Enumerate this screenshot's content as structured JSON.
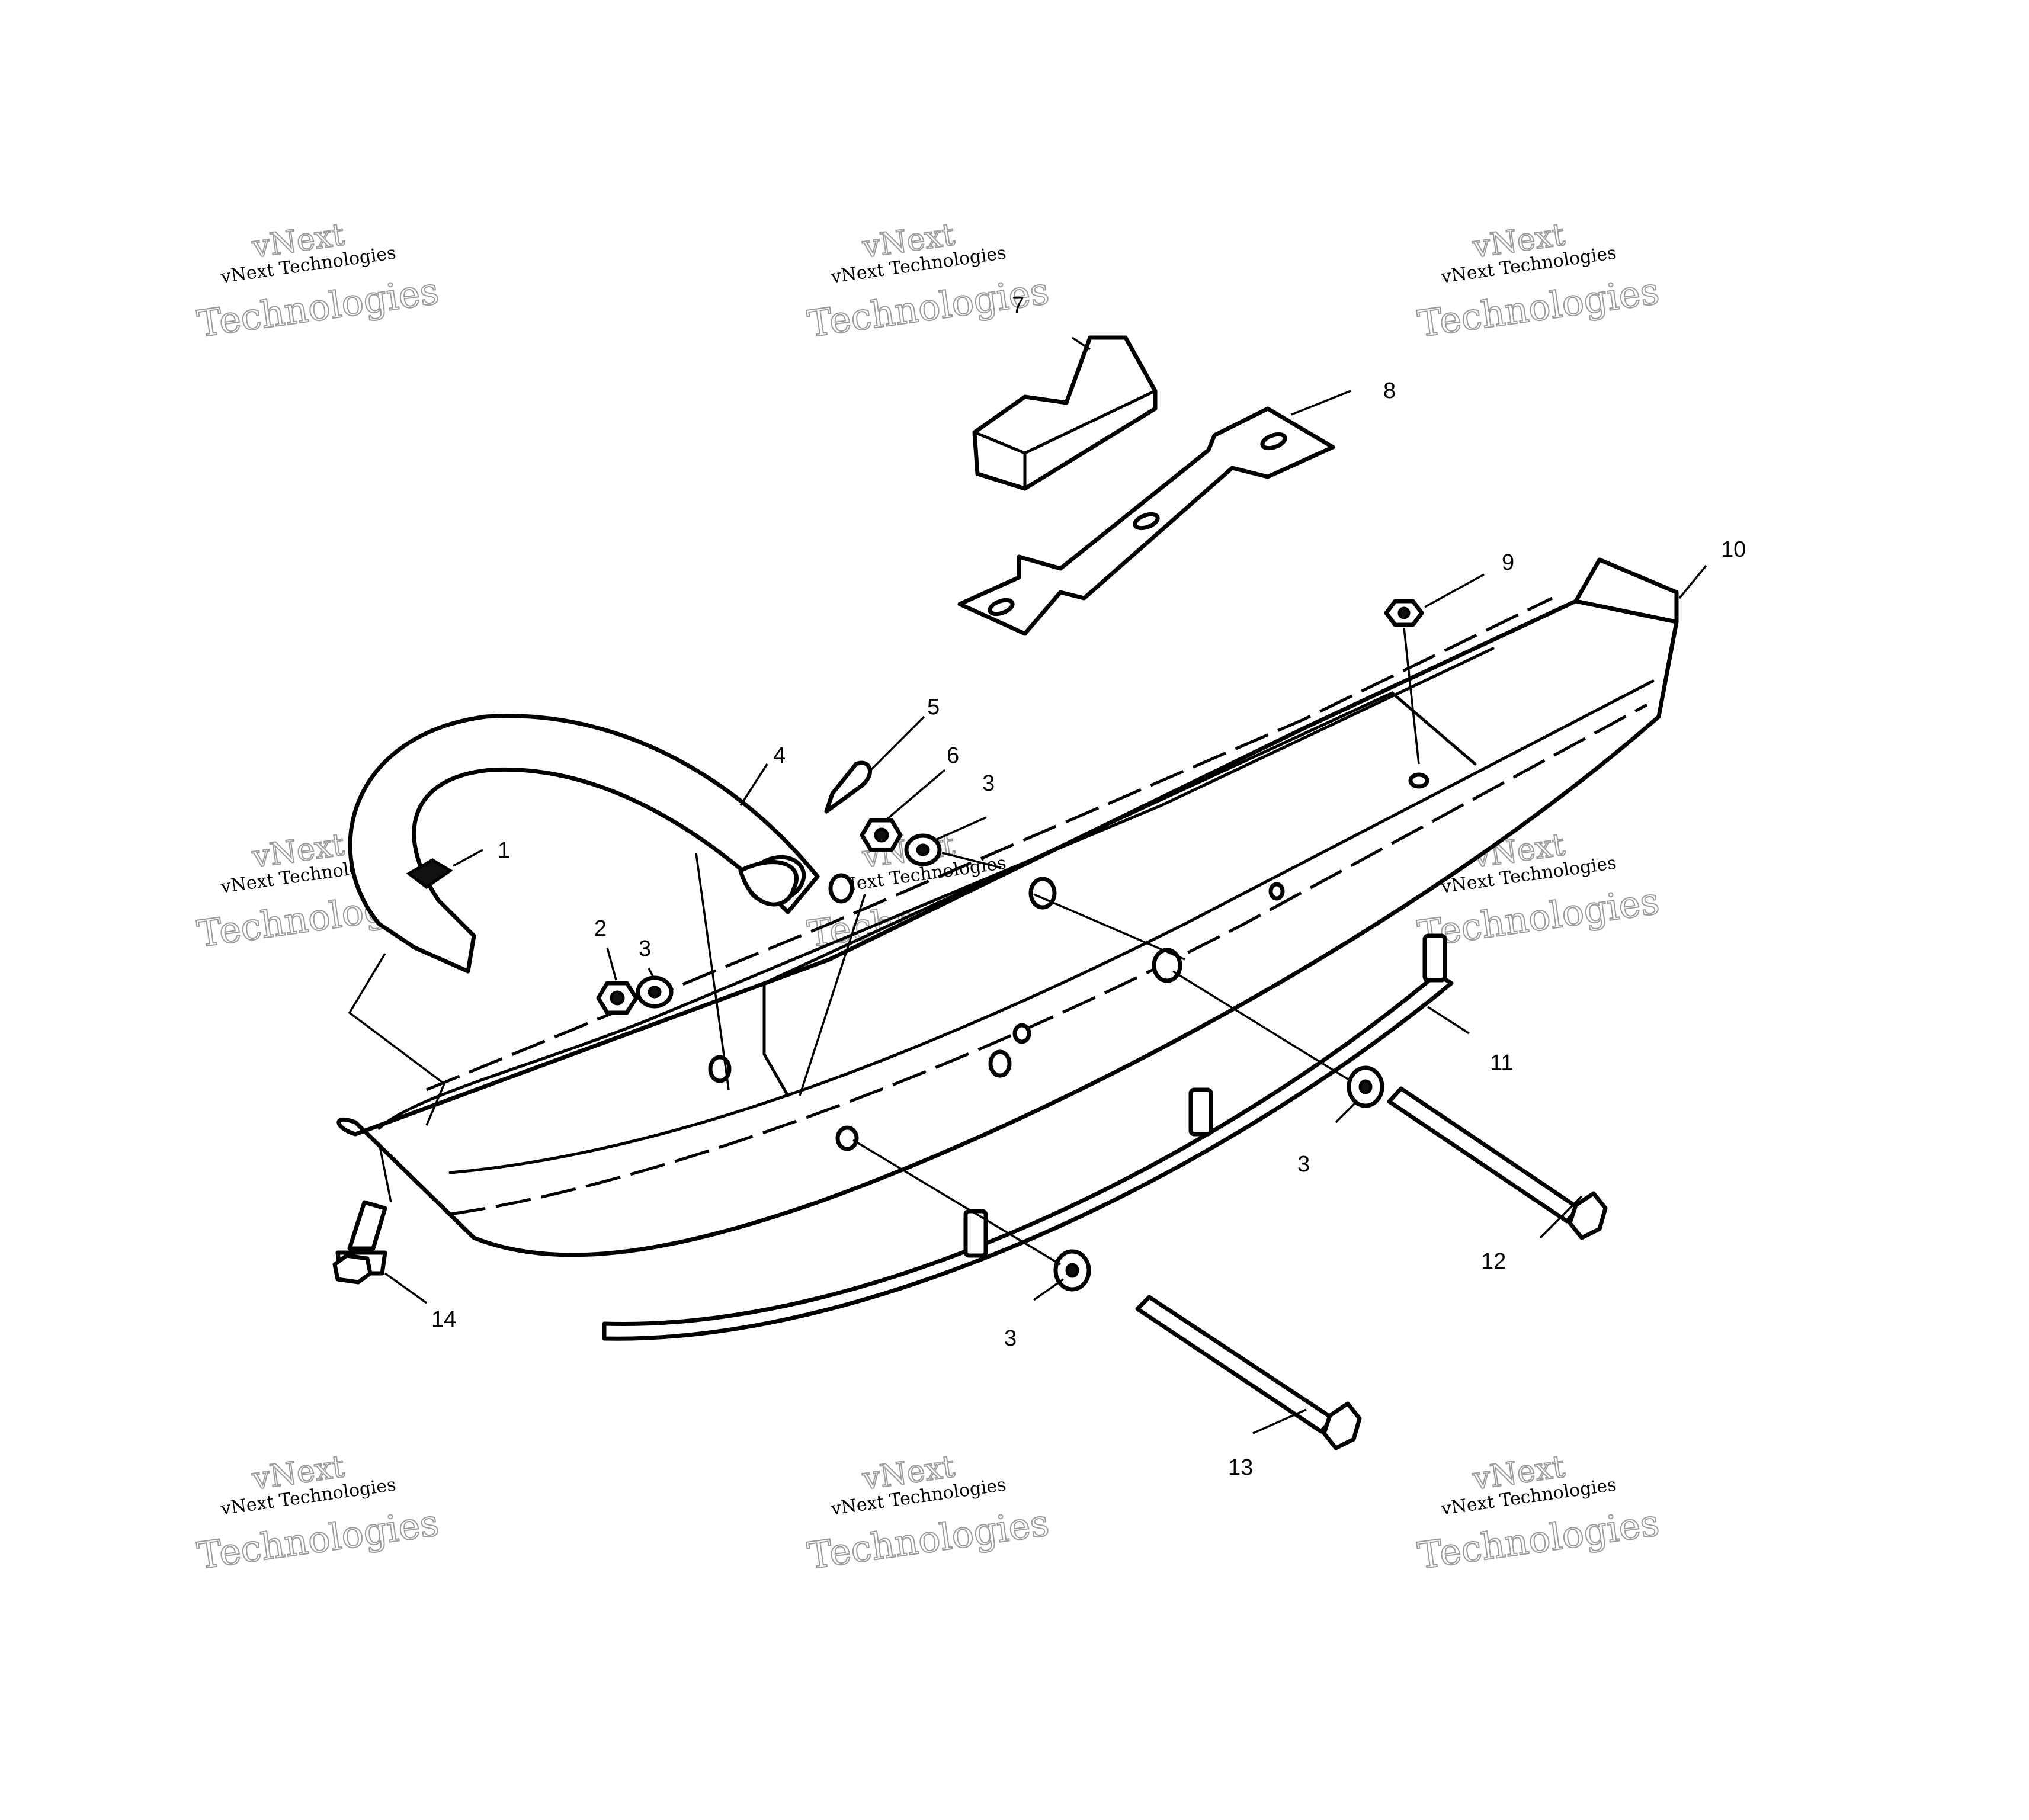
{
  "watermark": {
    "line1": "vNext Technologies",
    "line2": "Technologies",
    "line3": "vNext"
  },
  "callouts": [
    {
      "id": "c1",
      "label": "1"
    },
    {
      "id": "c2",
      "label": "2"
    },
    {
      "id": "c3a",
      "label": "3"
    },
    {
      "id": "c3b",
      "label": "3"
    },
    {
      "id": "c3c",
      "label": "3"
    },
    {
      "id": "c3d",
      "label": "3"
    },
    {
      "id": "c4",
      "label": "4"
    },
    {
      "id": "c5",
      "label": "5"
    },
    {
      "id": "c6",
      "label": "6"
    },
    {
      "id": "c7",
      "label": "7"
    },
    {
      "id": "c8",
      "label": "8"
    },
    {
      "id": "c9",
      "label": "9"
    },
    {
      "id": "c10",
      "label": "10"
    },
    {
      "id": "c11",
      "label": "11"
    },
    {
      "id": "c12",
      "label": "12"
    },
    {
      "id": "c13",
      "label": "13"
    },
    {
      "id": "c14",
      "label": "14"
    }
  ]
}
